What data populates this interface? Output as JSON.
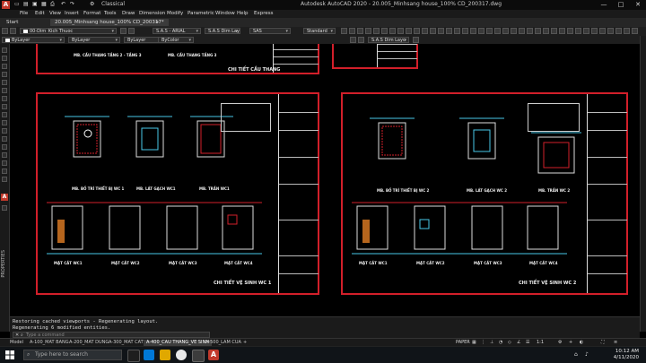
{
  "titlebar": {
    "app_title": "Autodesk AutoCAD 2020 - 20.005_Minhsang house_100% CD_200317.dwg",
    "workspace": "Classical",
    "minimize": "—",
    "maximize": "□",
    "close": "✕"
  },
  "menu": [
    "File",
    "Edit",
    "View",
    "Insert",
    "Format",
    "Tools",
    "Draw",
    "Dimension",
    "Modify",
    "Parametric",
    "Window",
    "Help",
    "Express"
  ],
  "doc_tabs": [
    {
      "label": "Start",
      "active": false
    },
    {
      "label": "20.005_Minhsang house_100% CD_200317*",
      "active": true
    }
  ],
  "toolbar1": {
    "layer_combo": "00-Dim_Kich Thuoc",
    "text_style": "S.A.S - ARIAL",
    "dim_style": "S.A.S Dim Layo",
    "table_style": "SAS",
    "multileader_style": "Standard"
  },
  "toolbar2": {
    "color": "ByLayer",
    "linetype": "ByLayer",
    "lineweight": "ByLayer",
    "plotstyle": "ByColor",
    "dim_layout": "S.A.S Dim Layo"
  },
  "side_palette": {
    "label": "PROPERTIES"
  },
  "drawing": {
    "upper_left_title": "CHI TIẾT CẦU THANG",
    "left_sheet_title": "CHI TIẾT VỆ SINH WC 1",
    "right_sheet_title": "CHI TIẾT VỆ SINH WC 2",
    "plan_labels": [
      "MB. LÁT GẠCH WC1",
      "MB. BỐ TRÍ THIẾT BỊ WC 1",
      "MB. TRẦN WC1",
      "MB. LÁT GẠCH WC 2",
      "MB. BỐ TRÍ THIẾT BỊ WC 2",
      "MB. TRẦN WC 2"
    ],
    "elev_labels_left": [
      "MẶT CẮT WC1",
      "MẶT CẮT WC2",
      "MẶT CẮT WC3",
      "MẶT CẮT WC4"
    ],
    "elev_labels_right": [
      "MẶT CẮT WC1",
      "MẶT CẮT WC2",
      "MẶT CẮT WC3",
      "MẶT CẮT WC4"
    ],
    "upper_labels": [
      "MB. CẦU THANG TẦNG 2 - TẦNG 3",
      "MB. CẦU THANG TẦNG 3"
    ]
  },
  "command_history": [
    "Restoring cached viewports - Regenerating layout.",
    "Regenerating 6 modified entities."
  ],
  "command_placeholder": "Type a command",
  "layout_tabs": [
    {
      "label": "Model",
      "active": false
    },
    {
      "label": "A-100_MAT BANG",
      "active": false
    },
    {
      "label": "A-200_MAT DUNG",
      "active": false
    },
    {
      "label": "A-300_MAT CAT",
      "active": false
    },
    {
      "label": "A-400_CAU THANG_VE SINH",
      "active": true
    },
    {
      "label": "A-500_LAM CUA",
      "active": false
    }
  ],
  "status": {
    "space": "PAPER",
    "scale": "1:1"
  },
  "taskbar": {
    "search_placeholder": "Type here to search",
    "time": "10:12 AM",
    "date": "4/11/2020"
  },
  "colors": {
    "sheet_border": "#d21f2a",
    "dimension": "#49c9e8",
    "background": "#000000"
  }
}
